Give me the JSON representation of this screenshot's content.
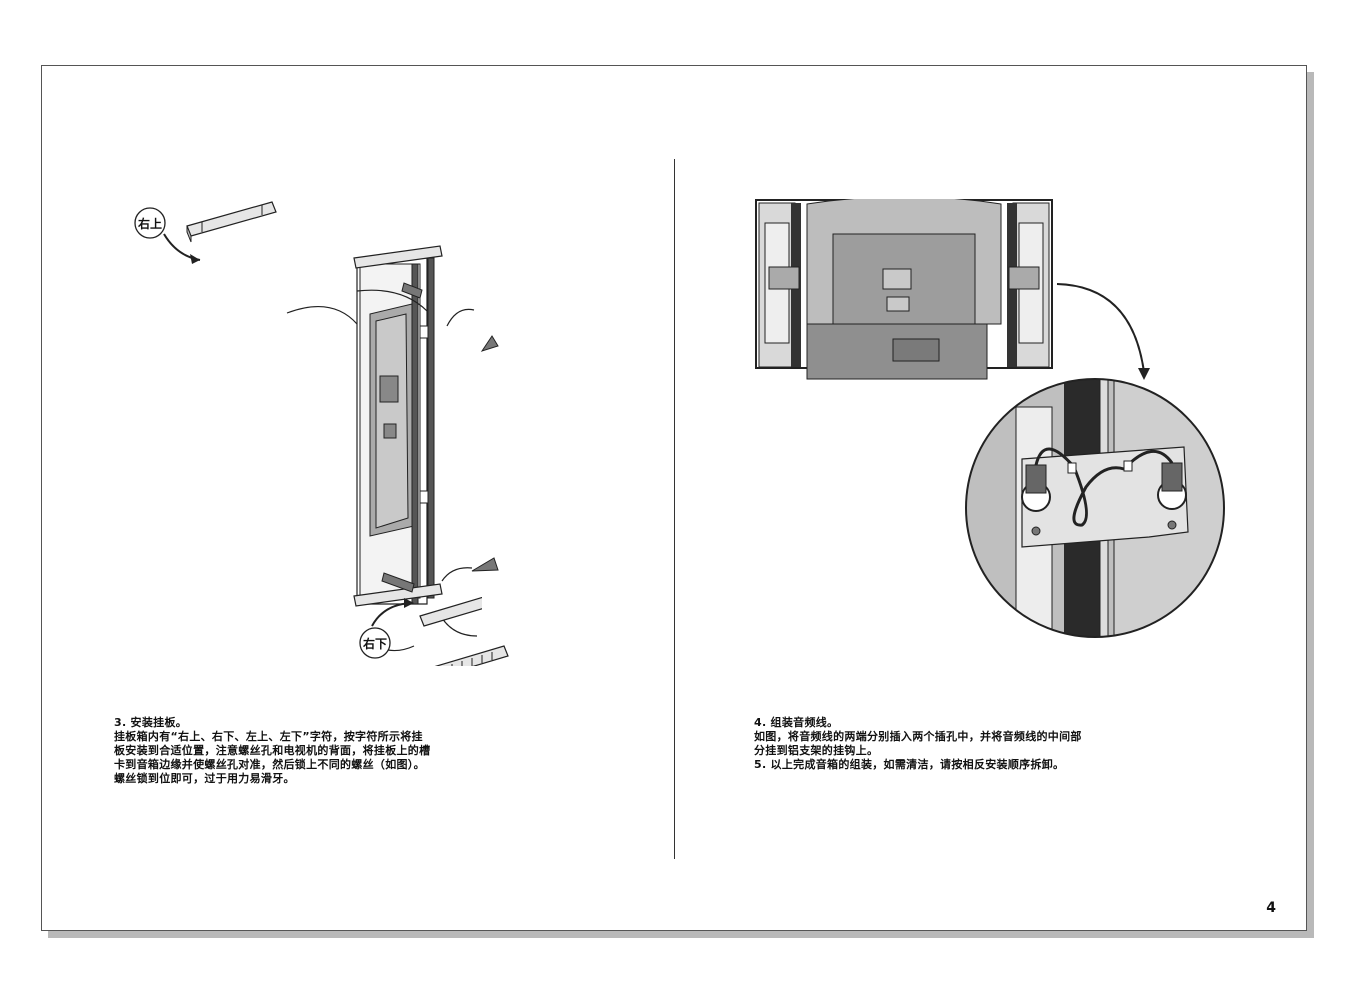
{
  "left": {
    "label_top_right": "右上",
    "label_bottom_right": "右下",
    "instructions": [
      "3. 安装挂板。",
      "挂板箱内有“右上、右下、左上、左下”字符，按字符所示将挂",
      "板安装到合适位置，注意螺丝孔和电视机的背面，将挂板上的槽",
      "卡到音箱边缘并使螺丝孔对准，然后锁上不同的螺丝（如图）。",
      "螺丝锁到位即可，过于用力易滑牙。"
    ]
  },
  "right": {
    "instructions": [
      "4. 组装音频线。",
      "如图，将音频线的两端分别插入两个插孔中，并将音频线的中间部",
      "分挂到铝支架的挂钩上。",
      "5. 以上完成音箱的组装，如需清洁，请按相反安装顺序拆卸。"
    ]
  },
  "page_number": "4",
  "colors": {
    "line": "#222222",
    "mid_gray": "#8c8c8c",
    "light_gray": "#cfcfcf",
    "dark": "#2a2a2a"
  }
}
